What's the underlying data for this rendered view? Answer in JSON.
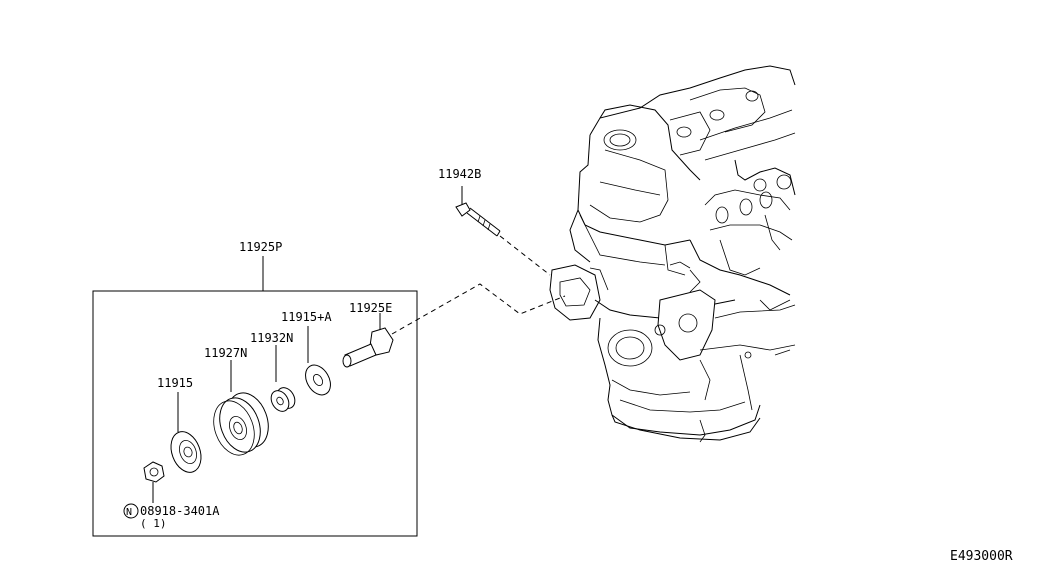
{
  "diagram": {
    "code": "E493000R",
    "assembly_label": "11925P",
    "parts": {
      "bolt": "11942B",
      "shaft": "11925E",
      "washer": "11915+A",
      "spacer": "11932N",
      "pulley": "11927N",
      "plate": "11915",
      "nut_prefix": "N",
      "nut": "08918-3401A",
      "nut_qty": "( 1)"
    }
  }
}
